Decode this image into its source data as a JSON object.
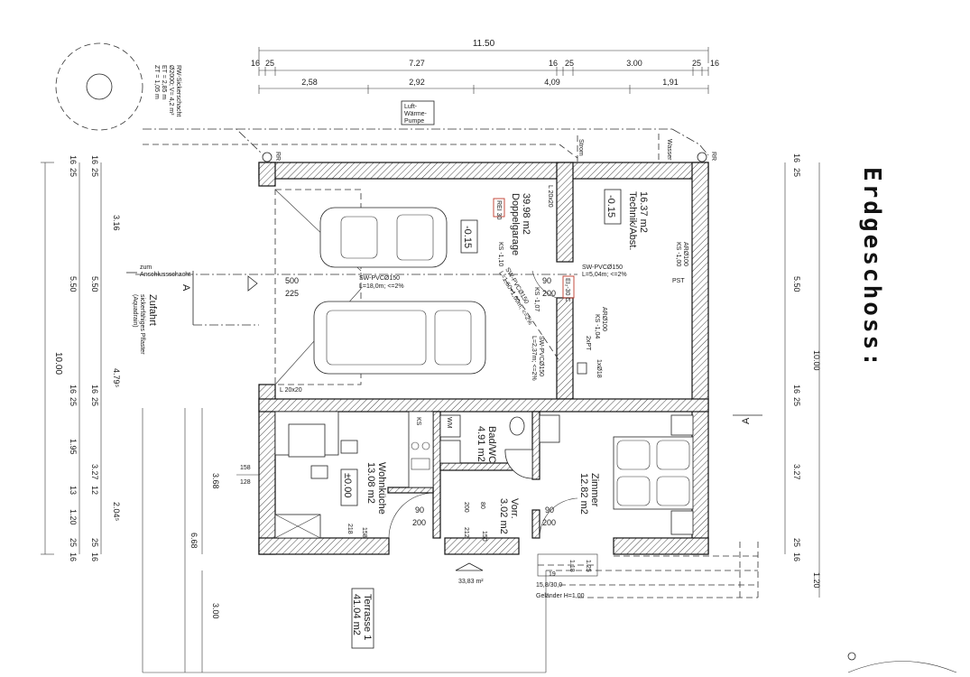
{
  "title": "Erdgeschoss:",
  "top_dims": {
    "total": "11.50",
    "row2": [
      "16",
      "25",
      "7.27",
      "16",
      "25",
      "3.00",
      "25",
      "16"
    ],
    "row3": [
      "2,58",
      "2,92",
      "4,09",
      "1,91"
    ]
  },
  "left_dims": {
    "total": "10.00",
    "outer": [
      "16",
      "25",
      "5.50",
      "16",
      "25",
      "1.95",
      "13",
      "1.20",
      "25",
      "16"
    ],
    "inner": [
      "16",
      "25",
      "3.16",
      "5.50",
      "4.79⁵",
      "16",
      "25",
      "3.27",
      "12",
      "2.04⁵",
      "25",
      "16"
    ],
    "terrace": [
      "3.68",
      "6.68",
      "3.00"
    ],
    "bracket": [
      "158",
      "128"
    ]
  },
  "right_dims": {
    "total": "10.00",
    "items": [
      "16",
      "25",
      "5.50",
      "16",
      "25",
      "3.27",
      "25",
      "16",
      "1.20"
    ]
  },
  "sickerschacht": [
    "RW-Sickerschacht",
    "Ø2000; V= 4,2 m³",
    "ET = 2,85 m",
    "ZT = 1,05 m"
  ],
  "pump": [
    "Luft-",
    "Wärme-",
    "Pumpe"
  ],
  "labels": {
    "rr": "RR",
    "strom": "Strom",
    "wasser": "Wasser",
    "anschluss": [
      "zum",
      "Anschlussschacht"
    ],
    "zufahrt": [
      "Zufahrt",
      "sickerfähiges Pflaster",
      "(Aquadrain)"
    ],
    "section_a": "A",
    "d500": "500",
    "d225": "225",
    "lintel": "L 20x20",
    "lintel2": "L 20x20",
    "pipe1": [
      "SW-PVCØ150",
      "L=18,0m; <=2%"
    ],
    "pipe2": [
      "SW-PVCØ150",
      "L=5,04m; <=2%"
    ],
    "pipe3": [
      "SW-PVCØ150",
      "L=1,60+1,60m; <=2%"
    ],
    "pipe4": [
      "SW-PVCØ150",
      "L=2,37m; <=2%"
    ],
    "ks1": "KS -1,10",
    "ks2": "KS -1,07",
    "ks3": "KS -1,04",
    "arb1": [
      "ARØ100",
      "KS -1,00"
    ],
    "arb2": "ARØ100",
    "pst": "PST",
    "fr": "1xØ18",
    "tw": "2xPT",
    "d90a": "90",
    "d200a": "200",
    "ei30": "EI₂-30 C",
    "rei": "REI 30",
    "ks_kitchen": "KS",
    "wm": "WM",
    "d90b": "90",
    "d200b": "200",
    "d218": "218",
    "d158": "158",
    "d200c": "200",
    "d80": "80",
    "d212": "212",
    "d150": "150",
    "d90c": "90",
    "d200d": "200",
    "area_total": "33,83 m²",
    "stairs": [
      "19",
      "15,8/30,0",
      "Geländer H=1,00"
    ],
    "stair_dims": [
      "1.18",
      "1.25"
    ]
  },
  "rooms": [
    {
      "name": "Doppelgarage",
      "area": "39.98 m2",
      "level": "-0.15"
    },
    {
      "name": "Technik/Abst.",
      "area": "16.37 m2",
      "level": "-0.15"
    },
    {
      "name": "Wohnküche",
      "area": "13.08 m2",
      "level": "±0.00"
    },
    {
      "name": "Bad/WC",
      "area": "4.91 m2"
    },
    {
      "name": "Vorr.",
      "area": "3.02 m2"
    },
    {
      "name": "Zimmer",
      "area": "12.82 m2"
    },
    {
      "name": "Terrasse 1",
      "area": "41.04 m2"
    }
  ]
}
